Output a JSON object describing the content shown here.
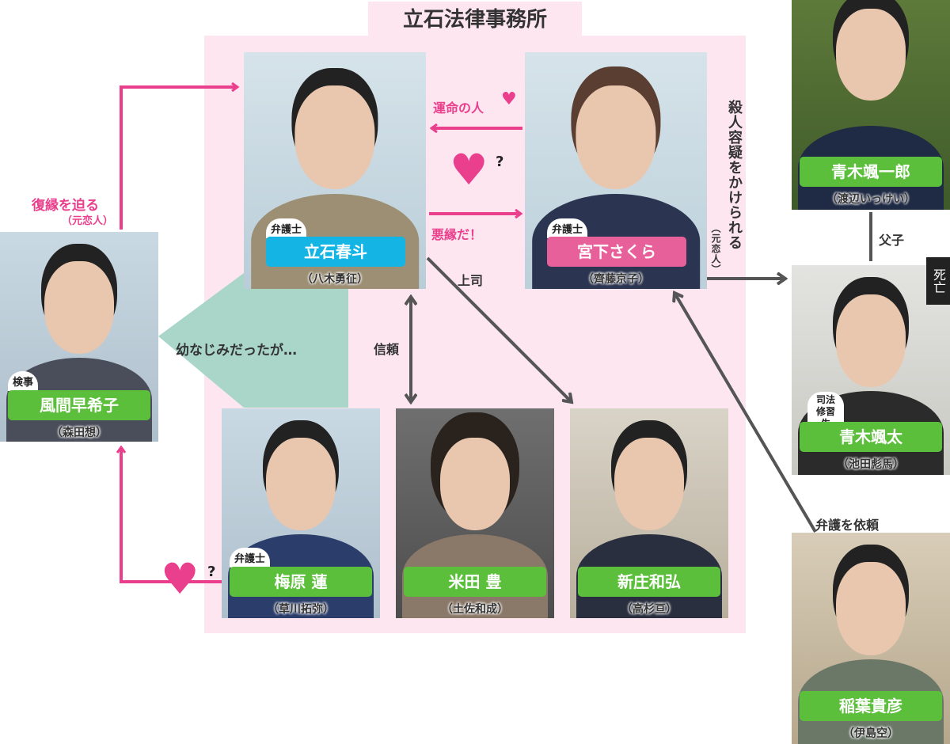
{
  "office": {
    "title": "立石法律事務所"
  },
  "people": {
    "tateishi": {
      "role": "弁護士",
      "name": "立石春斗",
      "actor": "（八木勇征）"
    },
    "miyashita": {
      "role": "弁護士",
      "name": "宮下さくら",
      "actor": "（齊藤京子）"
    },
    "kazama": {
      "role": "検事",
      "name": "風間早希子",
      "actor": "（森田想）"
    },
    "aoki_father": {
      "name": "青木颯一郎",
      "actor": "（渡辺いっけい）"
    },
    "aoki_son": {
      "role": "司法修習生",
      "name": "青木颯太",
      "actor": "（池田彪馬）",
      "status": "死亡"
    },
    "inaba": {
      "name": "稲葉貴彦",
      "actor": "（伊島空）"
    },
    "umehara": {
      "role": "弁護士",
      "name": "梅原 蓮",
      "actor": "（草川拓弥）"
    },
    "yoneda": {
      "name": "米田 豊",
      "actor": "（土佐和成）"
    },
    "shinjo": {
      "name": "新庄和弘",
      "actor": "（高杉亘）"
    }
  },
  "relations": {
    "fukuen": "復縁を迫る",
    "moto_koibito": "（元恋人）",
    "osananajimi": "幼なじみだったが…",
    "unmei": "運命の人",
    "akuen": "悪縁だ！",
    "joushi": "上司",
    "shinrai": "信頼",
    "satsujin": "殺人容疑をかけられる",
    "satsujin_note": "（元恋人）",
    "fushi": "父子",
    "bengo_irai": "弁護を依頼",
    "question": "?"
  },
  "colors": {
    "pink": "#ea3f8c",
    "green": "#5cbf3b",
    "blue": "#14b4e4",
    "rose": "#e8609a",
    "office": "#fde6f0",
    "teal": "#a9d6c9"
  }
}
